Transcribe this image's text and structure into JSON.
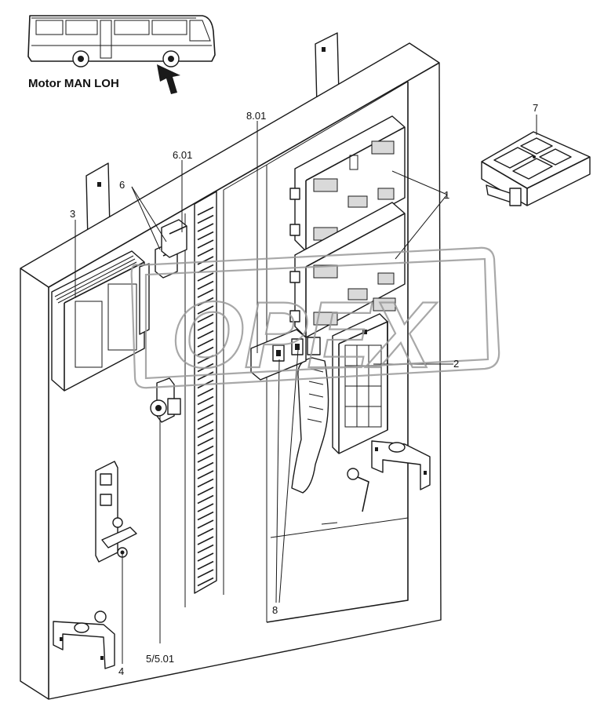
{
  "header": {
    "title": "Motor MAN LOH"
  },
  "watermark": {
    "text": "OPEX"
  },
  "callouts": [
    {
      "id": "label-1",
      "text": "1"
    },
    {
      "id": "label-2",
      "text": "2"
    },
    {
      "id": "label-3",
      "text": "3"
    },
    {
      "id": "label-4",
      "text": "4"
    },
    {
      "id": "label-5",
      "text": "5/5.01"
    },
    {
      "id": "label-6",
      "text": "6"
    },
    {
      "id": "label-601",
      "text": "6.01"
    },
    {
      "id": "label-7",
      "text": "7"
    },
    {
      "id": "label-8",
      "text": "8"
    },
    {
      "id": "label-801",
      "text": "8.01"
    }
  ]
}
